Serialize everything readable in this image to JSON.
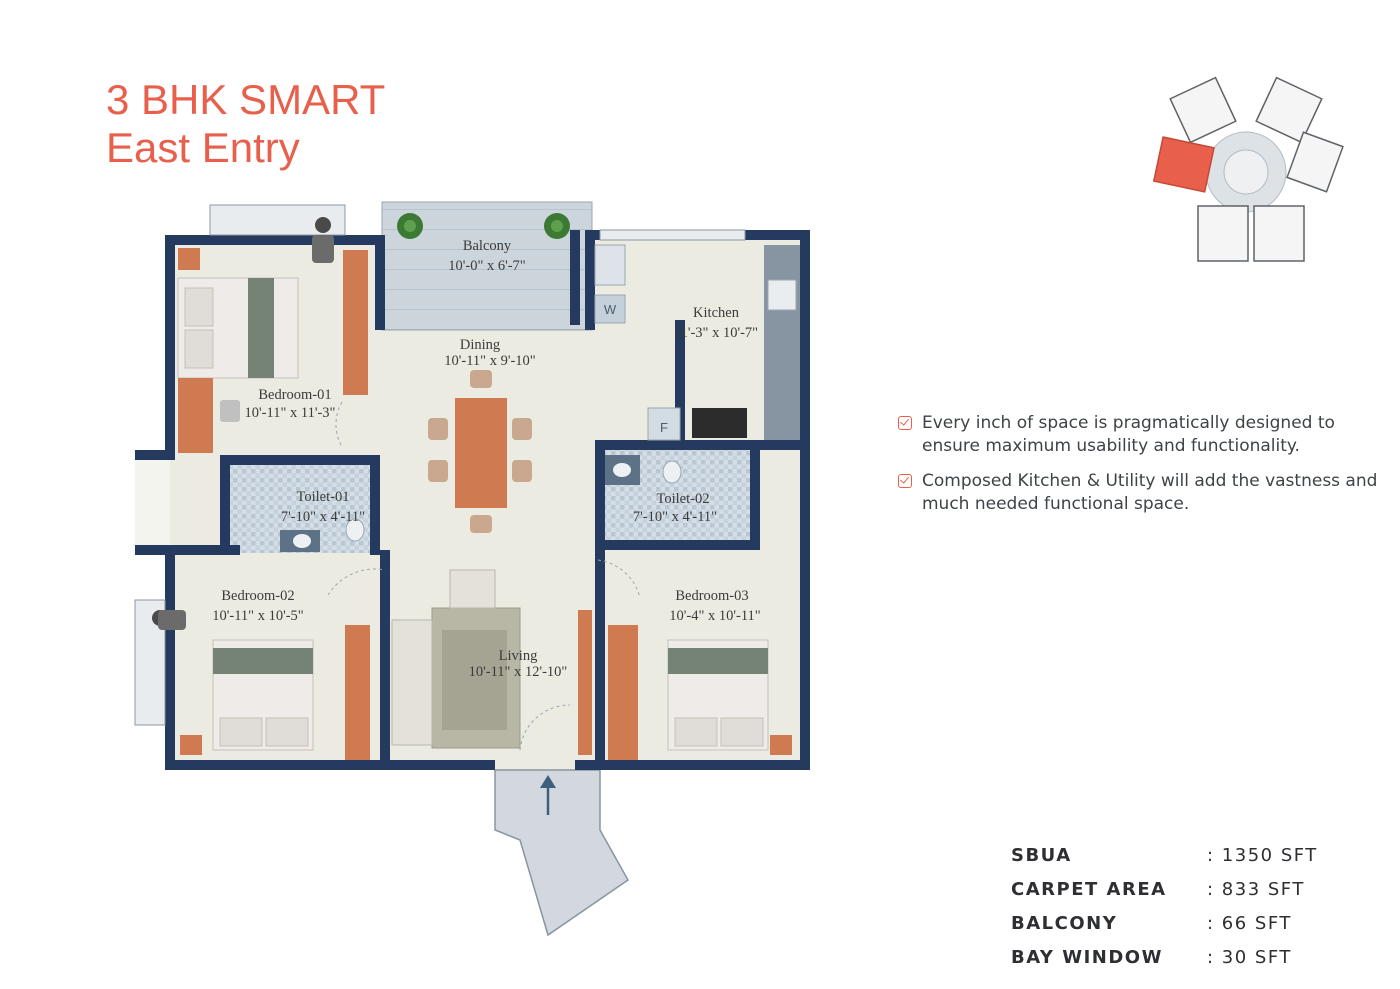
{
  "title": {
    "line1": "3 BHK SMART",
    "line2": "East Entry"
  },
  "rooms": [
    {
      "id": "balcony",
      "name": "Balcony",
      "size": "10'-0\" x 6'-7\""
    },
    {
      "id": "kitchen",
      "name": "Kitchen",
      "size": "11'-3\" x 10'-7\""
    },
    {
      "id": "dining",
      "name": "Dining",
      "size": "10'-11\" x 9'-10\""
    },
    {
      "id": "bedroom-01",
      "name": "Bedroom-01",
      "size": "10'-11\" x 11'-3\""
    },
    {
      "id": "toilet-01",
      "name": "Toilet-01",
      "size": "7'-10\" x 4'-11\""
    },
    {
      "id": "toilet-02",
      "name": "Toilet-02",
      "size": "7'-10\" x 4'-11\""
    },
    {
      "id": "bedroom-02",
      "name": "Bedroom-02",
      "size": "10'-11\" x 10'-5\""
    },
    {
      "id": "bedroom-03",
      "name": "Bedroom-03",
      "size": "10'-4\" x 10'-11\""
    },
    {
      "id": "living",
      "name": "Living",
      "size": "10'-11\" x 12'-10\""
    }
  ],
  "fixtures": {
    "washer": "W",
    "fridge": "F"
  },
  "features": [
    "Every inch of space is pragmatically designed to ensure maximum usability and functionality.",
    "Composed Kitchen & Utility will add the vastness and much needed functional space."
  ],
  "areas": [
    {
      "label": "SBUA",
      "value": ": 1350 SFT"
    },
    {
      "label": "CARPET AREA",
      "value": ": 833 SFT"
    },
    {
      "label": "BALCONY",
      "value": ": 66 SFT"
    },
    {
      "label": "BAY WINDOW",
      "value": ": 30 SFT"
    }
  ],
  "colors": {
    "accent": "#e8604c",
    "wall": "#243a5e",
    "floor": "#ecebe1",
    "tile": "#c9d6e0",
    "wood": "#d07a52",
    "bed_band": "#748374"
  }
}
